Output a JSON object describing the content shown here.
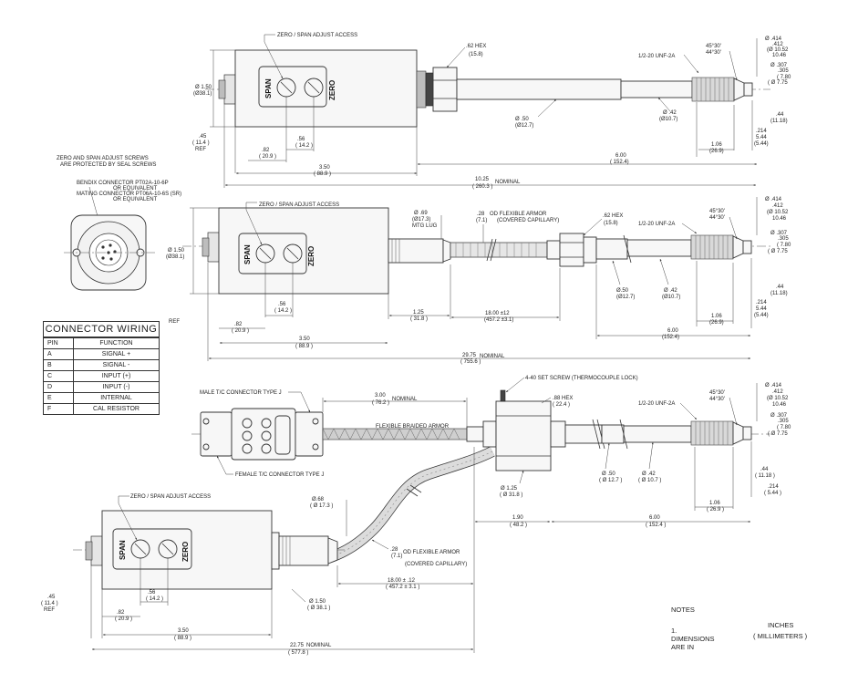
{
  "top": {
    "zero_span_access": "ZERO / SPAN ADJUST ACCESS",
    "hex": ".62 HEX",
    "hex_mm": "(15.8)",
    "thread": "1/2-20 UNF-2A",
    "angle1": "45°30'",
    "angle2": "44°30'",
    "dia_tip1": "Ø .414",
    "dia_tip2": ".412",
    "dia_tip_mm1": "(Ø 10.52",
    "dia_tip_mm2": "10.46",
    "dia_307": "Ø .307",
    "dia_305": ".305",
    "dia_307_mm1": "( 7.80",
    "dia_307_mm2": "( Ø 7.75",
    "dia_body": "Ø 1.50",
    "dia_body_mm": "(Ø38.1)",
    "dia_50": "Ø .50",
    "dia_50_mm": "(Ø12.7)",
    "dia_42": "Ø .42",
    "dia_42_mm": "(Ø10.7)",
    "d44": ".44",
    "d44_mm": "(11.18)",
    "d214": ".214",
    "d544": "5.44",
    "d544b": "(5.44)",
    "d45": ".45",
    "d45_mm": "( 11.4 )",
    "ref": "REF",
    "d82": ".82",
    "d82_mm": "( 20.9 )",
    "d56": ".56",
    "d56_mm": "( 14.2 )",
    "d106": "1.06",
    "d106_mm": "(26.9)",
    "d350": "3.50",
    "d350_mm": "( 88.9 )",
    "d600": "6.00",
    "d600_mm": "( 152.4)",
    "d1025": "10.25",
    "d1025_mm": "( 260.3 )",
    "nominal": "NOMINAL",
    "span": "SPAN",
    "zero": "ZERO"
  },
  "middle": {
    "seal_note1": "ZERO AND SPAN ADJUST SCREWS",
    "seal_note2": "ARE PROTECTED BY SEAL SCREWS",
    "bendix1": "BENDIX CONNECTOR  PT02A-10-6P",
    "bendix2": "OR  EQUIVALENT",
    "bendix3": "MATING  CONNECTOR  PT06A-10-6S  (SR)",
    "bendix4": "OR  EQUIVALENT",
    "zero_span_access": "ZERO / SPAN ADJUST ACCESS",
    "dia_69": "Ø .69",
    "dia_69_mm": "(Ø17.3)",
    "mtg_lug": "MTG LUG",
    "d28": ".28",
    "d28_mm": "(7.1)",
    "armor1": "OD FLEXIBLE ARMOR",
    "armor2": "(COVERED CAPILLARY)",
    "hex": ".62 HEX",
    "hex_mm": "(15.8)",
    "thread": "1/2-20 UNF-2A",
    "angle1": "45°30'",
    "angle2": "44°30'",
    "dia_tip1": "Ø .414",
    "dia_tip2": ".412",
    "dia_tip_mm1": "(Ø 10.52",
    "dia_tip_mm2": "10.46",
    "dia_307": "Ø .307",
    "dia_305": ".305",
    "dia_307_mm1": "( 7.80",
    "dia_307_mm2": "( Ø 7.75",
    "dia_body": "Ø 1.50",
    "dia_body_mm": "(Ø38.1)",
    "ref": "REF",
    "d56": ".56",
    "d56_mm": "( 14.2 )",
    "d82": ".82",
    "d82_mm": "( 20.9 )",
    "dia_50": "Ø.50",
    "dia_50_mm": "(Ø12.7)",
    "dia_42": "Ø .42",
    "dia_42_mm": "(Ø10.7)",
    "d44": ".44",
    "d44_mm": "(11.18)",
    "d214": ".214",
    "d544": "5.44",
    "d544b": "(5.44)",
    "d125": "1.25",
    "d125_mm": "( 31.8 )",
    "d1800": "18.00 ±12",
    "d1800_mm": "(457.2 ±3.1)",
    "d106": "1.06",
    "d106_mm": "(26.9)",
    "d600": "6.00",
    "d600_mm": "(152.4)",
    "d350": "3.50",
    "d350_mm": "( 88.9 )",
    "d2975": "29.75",
    "d2975_mm": "( 755.6 )",
    "nominal": "NOMINAL",
    "span": "SPAN",
    "zero": "ZERO"
  },
  "wiring": {
    "title": "CONNECTOR WIRING",
    "headers": [
      "PIN",
      "FUNCTION"
    ],
    "rows": [
      [
        "A",
        "SIGNAL +"
      ],
      [
        "B",
        "SIGNAL -"
      ],
      [
        "C",
        "INPUT (+)"
      ],
      [
        "D",
        "INPUT (-)"
      ],
      [
        "E",
        "INTERNAL"
      ],
      [
        "F",
        "CAL RESISTOR"
      ]
    ]
  },
  "bottom": {
    "male_tc": "MALE T/C CONNECTOR TYPE J",
    "female_tc": "FEMALE T/C CONNECTOR TYPE J",
    "d300": "3.00",
    "d300_mm": "( 76.2 )",
    "nominal": "NOMINAL",
    "braided": "FLEXIBLE BRAIDED ARMOR",
    "set_screw": "4-40 SET SCREW (THERMOCOUPLE LOCK)",
    "hex": ".88 HEX",
    "hex_mm": "( 22.4 )",
    "thread": "1/2-20 UNF-2A",
    "angle1": "45°30'",
    "angle2": "44°30'",
    "dia_tip1": "Ø .414",
    "dia_tip2": ".412",
    "dia_tip_mm1": "(Ø 10.52",
    "dia_tip_mm2": "10.46",
    "dia_307": "Ø .307",
    "dia_305": ".305",
    "dia_307_mm1": "( 7.80",
    "dia_307_mm2": "( Ø 7.75",
    "dia_125": "Ø 1.25",
    "dia_125_mm": "( Ø 31.8 )",
    "dia_50": "Ø .50",
    "dia_50_mm": "( Ø 12.7 )",
    "dia_42": "Ø .42",
    "dia_42_mm": "( Ø 10.7 )",
    "d44": ".44",
    "d44_mm": "( 11.18 )",
    "d214": ".214",
    "d214_mm": "( 5.44 )",
    "d106": "1.06",
    "d106_mm": "( 26.9 )",
    "d190": "1.90",
    "d190_mm": "( 48.2 )",
    "d600": "6.00",
    "d600_mm": "( 152.4 )",
    "zero_span_access": "ZERO / SPAN ADJUST ACCESS",
    "dia_68": "Ø.68",
    "dia_68_mm": "( Ø 17.3 )",
    "d28": ".28",
    "d28_mm": "(7.1)",
    "armor1": "OD FLEXIBLE ARMOR",
    "armor2": "(COVERED CAPILLARY)",
    "d1800": "18.00 ± .12",
    "d1800_mm": "( 457.2 ± 3.1 )",
    "dia_150": "Ø 1.50",
    "dia_150_mm": "( Ø 38.1 )",
    "d45": ".45",
    "d45_mm": "( 11.4 )",
    "ref": "REF",
    "d82": ".82",
    "d82_mm": "( 20.9 )",
    "d56": ".56",
    "d56_mm": "( 14.2 )",
    "d350": "3.50",
    "d350_mm": "( 88.9 )",
    "d2275": "22.75",
    "d2275_nom": "NOMINAL",
    "d2275_mm": "( 577.8 )",
    "span": "SPAN",
    "zero": "ZERO"
  },
  "notes": {
    "title": "NOTES",
    "line1": "1. DIMENSIONS ARE IN",
    "unit1": "INCHES",
    "unit2": "( MILLIMETERS )"
  }
}
